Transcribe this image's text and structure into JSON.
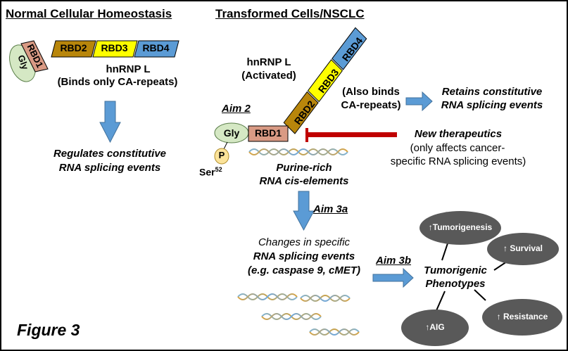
{
  "headers": {
    "left": "Normal Cellular Homeostasis",
    "right": "Transformed Cells/NSCLC"
  },
  "domains": {
    "gly": "Gly",
    "rbd1": "RBD1",
    "rbd2": "RBD2",
    "rbd3": "RBD3",
    "rbd4": "RBD4",
    "phospho": "P",
    "ser": "Ser",
    "ser_sup": "52"
  },
  "normal": {
    "protein_name": "hnRNP L",
    "binding": "(Binds only CA-repeats)",
    "result_line1": "Regulates constitutive",
    "result_line2": "RNA splicing events"
  },
  "transformed": {
    "protein_name": "hnRNP L",
    "state": "(Activated)",
    "also_line1": "(Also binds",
    "also_line2": "CA-repeats)",
    "retains_line1": "Retains constitutive",
    "retains_line2": "RNA splicing events",
    "aim2": "Aim 2",
    "therapeutics_title": "New therapeutics",
    "therapeutics_line1": "(only affects cancer-",
    "therapeutics_line2": "specific RNA splicing events)",
    "purine_line1": "Purine-rich",
    "purine_line2": "RNA cis-elements",
    "aim3a": "Aim 3a",
    "changes_line1": "Changes in specific",
    "changes_line2": "RNA splicing events",
    "changes_line3": "(e.g. caspase 9, cMET)",
    "aim3b": "Aim 3b",
    "phenotypes_line1": "Tumorigenic",
    "phenotypes_line2": "Phenotypes"
  },
  "phenotype_ovals": [
    "↑Tumorigenesis",
    "↑ Survival",
    "↑ Resistance",
    "↑AIG"
  ],
  "figure_label": "Figure 3",
  "colors": {
    "gly": "#d5e8c4",
    "rbd1": "#d99a84",
    "rbd2": "#b8860b",
    "rbd3": "#ffff00",
    "rbd4": "#5b9bd5",
    "phospho": "#fbe39a",
    "blue_arrow": "#5b9bd5",
    "red_inhibitor": "#c00000",
    "oval": "#595959"
  }
}
